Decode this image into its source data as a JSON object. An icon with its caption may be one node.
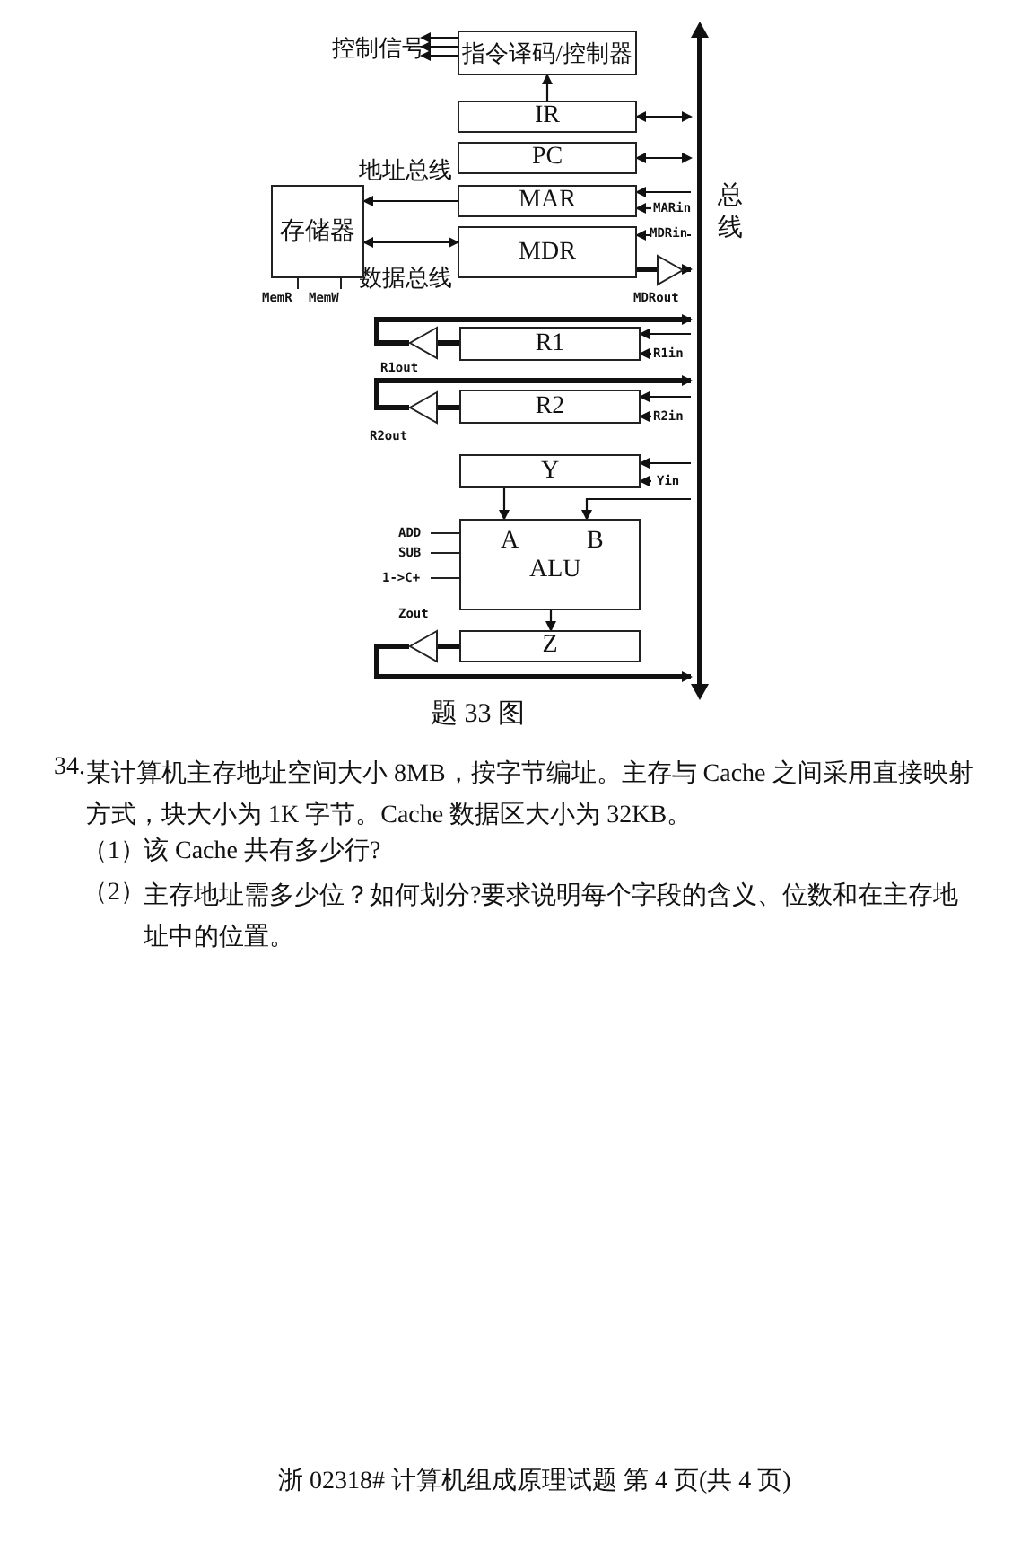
{
  "diagram": {
    "caption": "题 33 图",
    "nodes": [
      {
        "text": [
          "指令译码/控制器"
        ]
      },
      {
        "text": [
          "IR"
        ]
      },
      {
        "text": [
          "PC"
        ]
      },
      {
        "text": [
          "MAR"
        ]
      },
      {
        "text": [
          "MDR"
        ]
      },
      {
        "text": [
          "存储器"
        ]
      },
      {
        "text": [
          "R1"
        ]
      },
      {
        "text": [
          "R2"
        ]
      },
      {
        "text": [
          "Y"
        ]
      },
      {
        "text": [
          "A",
          "B",
          "ALU"
        ]
      },
      {
        "text": [
          "Z"
        ]
      },
      {
        "text": [],
        "shape": "bar",
        "beside": [
          "总线"
        ]
      },
      {
        "text": [],
        "shape": "triangle",
        "beside": [
          "MDRout"
        ]
      },
      {
        "text": [],
        "shape": "triangle",
        "beside": [
          "R1out"
        ]
      },
      {
        "text": [],
        "shape": "triangle",
        "beside": [
          "R2out"
        ]
      },
      {
        "text": [],
        "shape": "triangle",
        "beside": [
          "Zout"
        ]
      },
      {
        "text": [
          "控制信号"
        ]
      }
    ],
    "edges": [
      {
        "from": 1,
        "to": 0,
        "arrow": "to"
      },
      {
        "from": 0,
        "to": 16,
        "arrow": "to"
      },
      {
        "from": 0,
        "to": 16,
        "arrow": "to"
      },
      {
        "from": 0,
        "to": 16,
        "arrow": "to"
      },
      {
        "from": 1,
        "to": 11,
        "arrow": "both"
      },
      {
        "from": 2,
        "to": 11,
        "arrow": "both"
      },
      {
        "from": 11,
        "to": 3,
        "arrow": "to"
      },
      {
        "from": null,
        "to": 3,
        "arrow": "to",
        "label": "MARin"
      },
      {
        "from": 11,
        "to": 4,
        "arrow": "to",
        "label": "MDRin"
      },
      {
        "from": 3,
        "to": 5,
        "arrow": "to",
        "label": "地址总线"
      },
      {
        "from": 4,
        "to": 5,
        "arrow": "both",
        "label": "数据总线"
      },
      {
        "from": 4,
        "to": 12,
        "arrow": "none",
        "style": "thick"
      },
      {
        "from": 12,
        "to": 11,
        "arrow": "to",
        "style": "thick"
      },
      {
        "from": 6,
        "to": 13,
        "arrow": "none",
        "style": "thick"
      },
      {
        "from": 13,
        "to": 11,
        "arrow": "to",
        "style": "thick"
      },
      {
        "from": 11,
        "to": 6,
        "arrow": "to"
      },
      {
        "from": null,
        "to": 6,
        "arrow": "to",
        "label": "R1in"
      },
      {
        "from": 7,
        "to": 14,
        "arrow": "none",
        "style": "thick"
      },
      {
        "from": 14,
        "to": 11,
        "arrow": "to",
        "style": "thick"
      },
      {
        "from": 11,
        "to": 7,
        "arrow": "to"
      },
      {
        "from": null,
        "to": 7,
        "arrow": "to",
        "label": "R2in"
      },
      {
        "from": 11,
        "to": 8,
        "arrow": "to"
      },
      {
        "from": null,
        "to": 8,
        "arrow": "to",
        "label": "Yin"
      },
      {
        "from": 8,
        "to": 9,
        "arrow": "to"
      },
      {
        "from": 11,
        "to": 9,
        "arrow": "to"
      },
      {
        "from": 9,
        "to": 10,
        "arrow": "to"
      },
      {
        "from": 10,
        "to": 15,
        "arrow": "none",
        "style": "thick"
      },
      {
        "from": 15,
        "to": 11,
        "arrow": "to",
        "style": "thick"
      }
    ],
    "labels": [
      "MemR",
      "MemW",
      "ADD",
      "SUB",
      "1->C+",
      "34.",
      "某计算机主存地址空间大小 8MB，按字节编址。主存与 Cache 之间采用直接映射方式，块大小为 1K 字节。Cache 数据区大小为 32KB。",
      "（1）",
      "该 Cache 共有多少行?",
      "（2）",
      "主存地址需多少位？如何划分?要求说明每个字段的含义、位数和在主存地址中的位置。",
      "浙 02318# 计算机组成原理试题 第 4 页(共 4 页)"
    ]
  }
}
